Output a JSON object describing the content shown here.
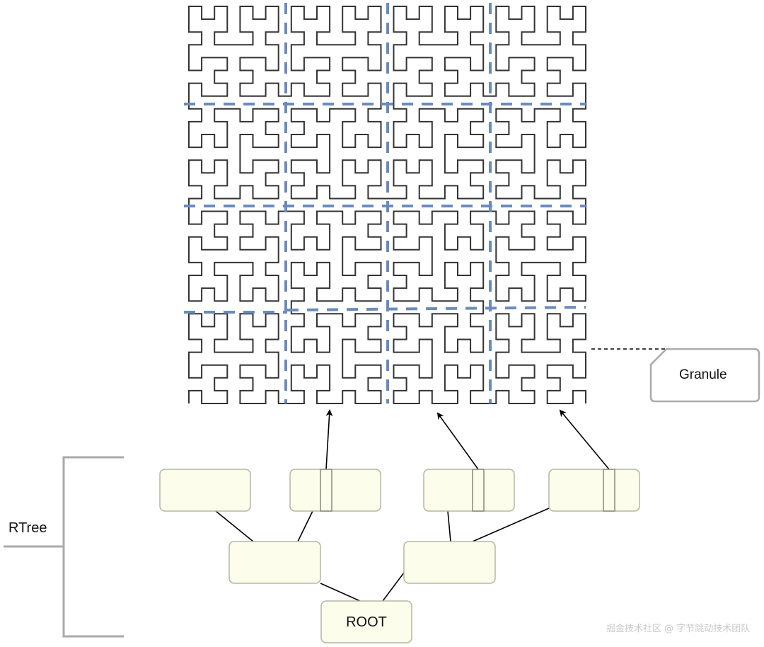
{
  "diagram": {
    "hilbert_order": 5,
    "granule_label": "Granule",
    "rtree_label": "RTree",
    "root_label": "ROOT",
    "watermark": "掘金技术社区 @ 字节跳动技术团队",
    "colors": {
      "curve": "#333333",
      "grid_dash": "#6a8bbd",
      "node_fill": "#fdfdec",
      "node_border": "#b5b5a5",
      "bracket": "#aaaaaa"
    }
  }
}
